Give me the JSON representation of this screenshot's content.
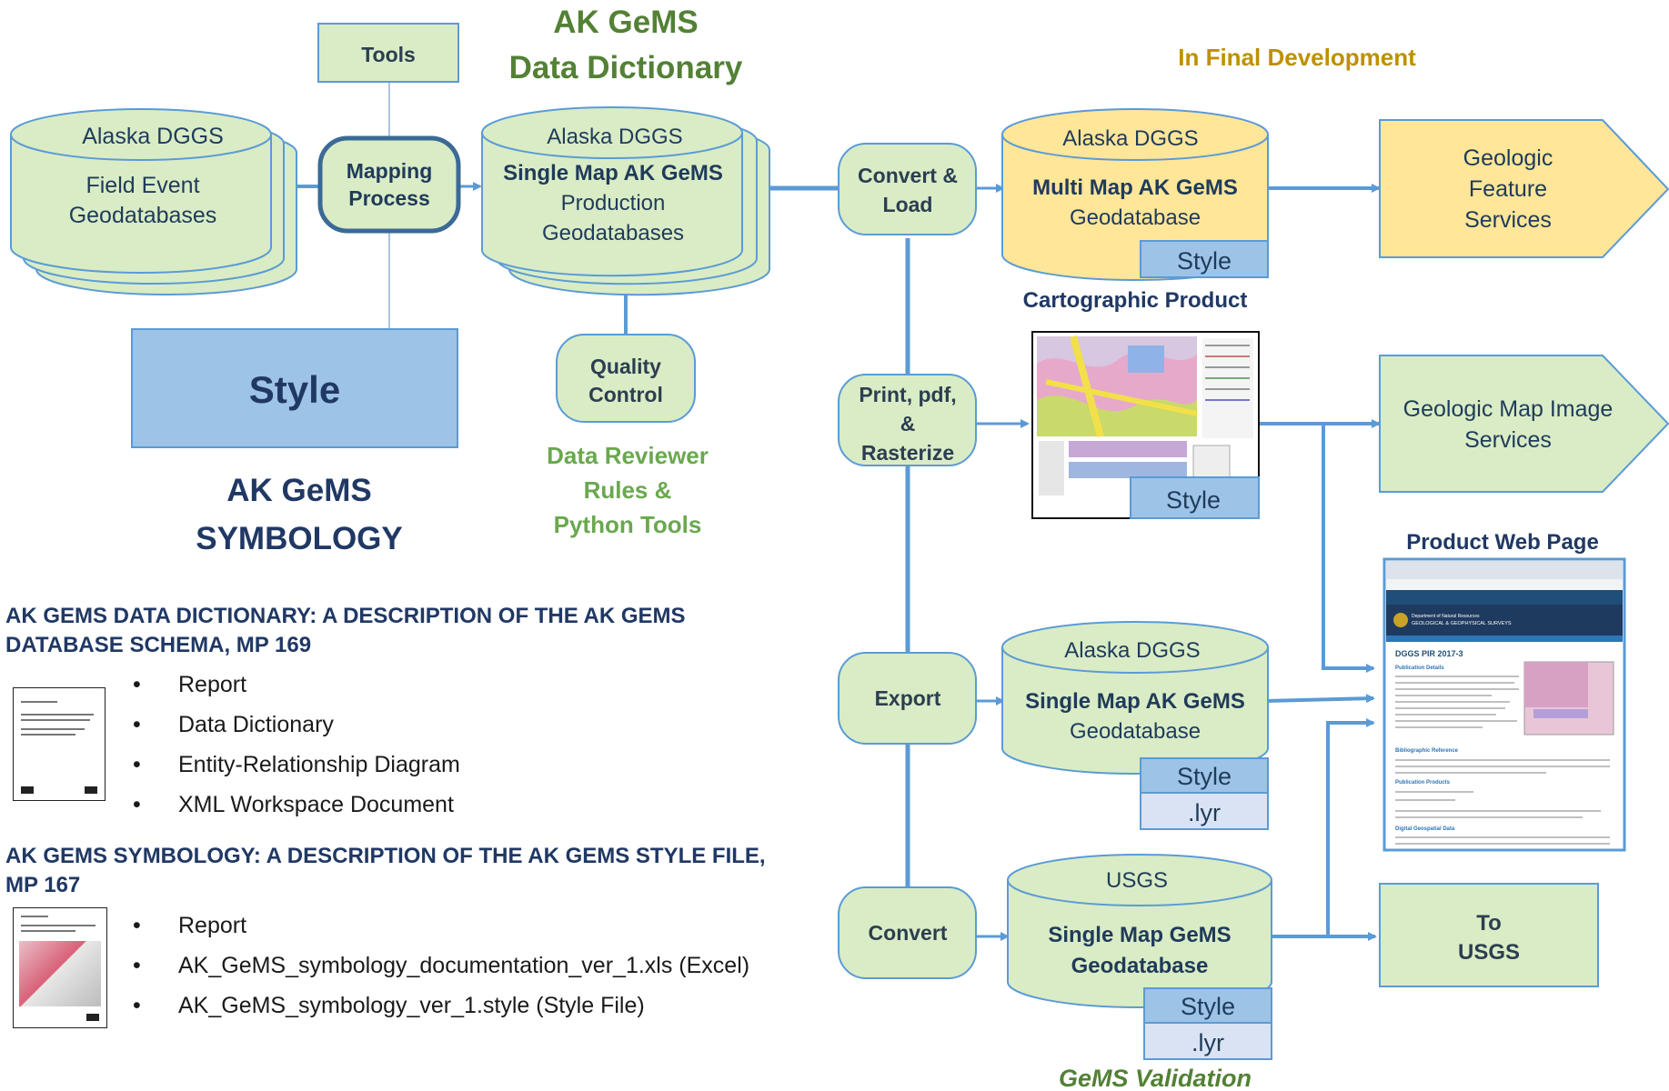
{
  "colors": {
    "green_fill": "#d9ecc5",
    "green_stroke": "#5b9bd5",
    "yellow_fill": "#ffe699",
    "blue_fill": "#9dc3e6",
    "light_blue_fill": "#dae3f3",
    "arrow": "#5b9bd5",
    "title_green": "#538135",
    "navy": "#203864",
    "gold": "#bf9000"
  },
  "titles": {
    "dictionary_line1": "AK GeMS",
    "dictionary_line2": "Data Dictionary",
    "final_dev": "In Final Development",
    "cartographic": "Cartographic Product",
    "product_web": "Product Web Page",
    "symbology_line1": "AK GeMS",
    "symbology_line2": "SYMBOLOGY",
    "reviewer_line1": "Data Reviewer",
    "reviewer_line2": "Rules &",
    "reviewer_line3": "Python Tools",
    "validation": "GeMS Validation"
  },
  "nodes": {
    "tools": "Tools",
    "field_db": {
      "line1": "Alaska DGGS",
      "line2": "Field Event",
      "line3": "Geodatabases"
    },
    "mapping": {
      "line1": "Mapping",
      "line2": "Process"
    },
    "production_db": {
      "line1": "Alaska DGGS",
      "line2": "Single Map AK GeMS",
      "line3": "Production",
      "line4": "Geodatabases"
    },
    "style_main": "Style",
    "quality": {
      "line1": "Quality",
      "line2": "Control"
    },
    "convert_load": {
      "line1": "Convert &",
      "line2": "Load"
    },
    "print": {
      "line1": "Print, pdf,",
      "line2": "&",
      "line3": "Rasterize"
    },
    "export": "Export",
    "convert": "Convert",
    "multi_db": {
      "line1": "Alaska DGGS",
      "line2": "Multi Map AK GeMS",
      "line3": "Geodatabase",
      "style": "Style"
    },
    "map_product": {
      "style": "Style"
    },
    "single_db": {
      "line1": "Alaska DGGS",
      "line2": "Single Map AK GeMS",
      "line3": "Geodatabase",
      "style": "Style",
      "lyr": ".lyr"
    },
    "usgs_db": {
      "line1": "USGS",
      "line2": "Single Map GeMS",
      "line3": "Geodatabase",
      "style": "Style",
      "lyr": ".lyr"
    },
    "feature_services": {
      "line1": "Geologic",
      "line2": "Feature",
      "line3": "Services"
    },
    "image_services": {
      "line1": "Geologic Map Image",
      "line2": "Services"
    },
    "to_usgs": {
      "line1": "To",
      "line2": "USGS"
    }
  },
  "webpage": {
    "agency_line1": "Department of Natural Resources",
    "agency_line2": "GEOLOGICAL & GEOPHYSICAL SURVEYS",
    "heading": "DGGS PIR 2017-3",
    "section1": "Publication Details",
    "section2": "Bibliographic Reference",
    "section3": "Publication Products",
    "section4": "Digital Geospatial Data"
  },
  "documents": {
    "dictionary": {
      "heading": "AK GEMS DATA DICTIONARY: A DESCRIPTION OF THE AK GEMS DATABASE SCHEMA, MP 169",
      "items": [
        "Report",
        "Data Dictionary",
        "Entity-Relationship Diagram",
        "XML Workspace Document"
      ]
    },
    "symbology": {
      "heading": "AK GEMS SYMBOLOGY: A DESCRIPTION OF THE AK GEMS STYLE FILE, MP 167",
      "items": [
        "Report",
        "AK_GeMS_symbology_documentation_ver_1.xls (Excel)",
        "AK_GeMS_symbology_ver_1.style (Style File)"
      ]
    }
  }
}
